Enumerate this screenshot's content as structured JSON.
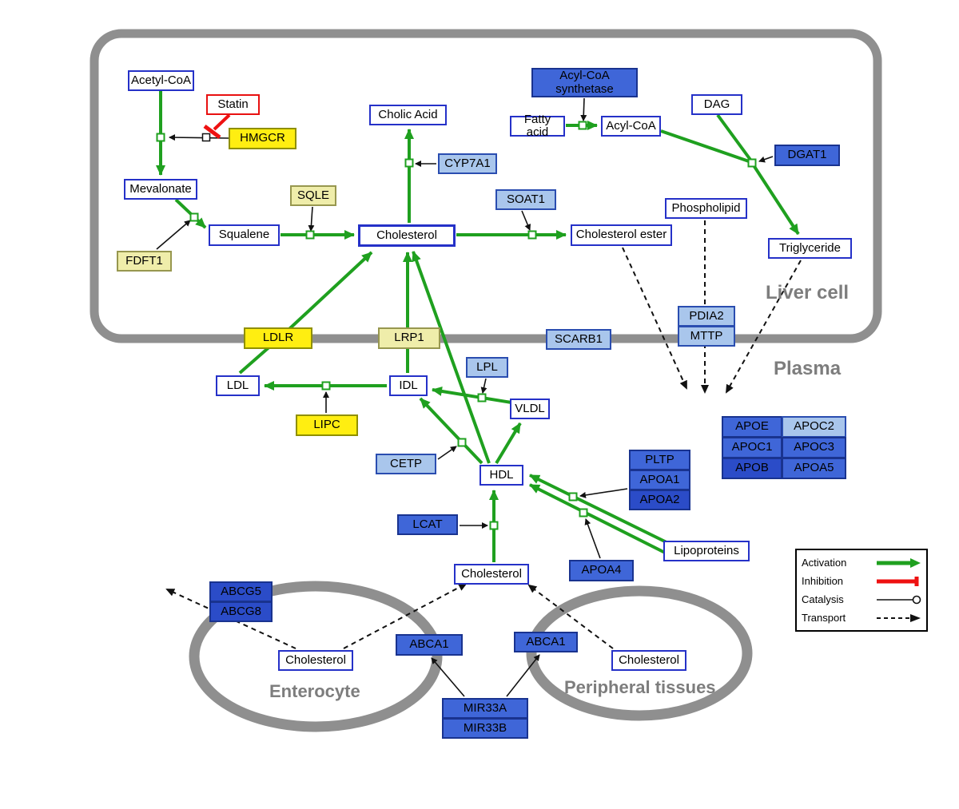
{
  "diagram": {
    "compartments": {
      "liver": "Liver cell",
      "plasma": "Plasma",
      "enterocyte": "Enterocyte",
      "peripheral": "Peripheral tissues"
    },
    "boxes": {
      "acetyl_coa": "Acetyl-CoA",
      "statin": "Statin",
      "hmgcr": "HMGCR",
      "mevalonate": "Mevalonate",
      "sqle": "SQLE",
      "fdft1": "FDFT1",
      "squalene": "Squalene",
      "cholesterol_liver": "Cholesterol",
      "cholic_acid": "Cholic Acid",
      "cyp7a1": "CYP7A1",
      "soat1": "SOAT1",
      "cholesterol_ester": "Cholesterol ester",
      "acyl_coa_synthetase": "Acyl-CoA synthetase",
      "fatty_acid": "Fatty acid",
      "acyl_coa": "Acyl-CoA",
      "dag": "DAG",
      "dgat1": "DGAT1",
      "phospholipid": "Phospholipid",
      "triglyceride": "Triglyceride",
      "ldlr": "LDLR",
      "lrp1": "LRP1",
      "scarb1": "SCARB1",
      "pdia2": "PDIA2",
      "mttp": "MTTP",
      "ldl": "LDL",
      "idl": "IDL",
      "lpl": "LPL",
      "vldl": "VLDL",
      "lipc": "LIPC",
      "cetp": "CETP",
      "hdl": "HDL",
      "pltp": "PLTP",
      "apoa1": "APOA1",
      "apoa2": "APOA2",
      "lcat": "LCAT",
      "apoa4": "APOA4",
      "lipoproteins": "Lipoproteins",
      "apoe": "APOE",
      "apoc2": "APOC2",
      "apoc1": "APOC1",
      "apoc3": "APOC3",
      "apob": "APOB",
      "apoa5": "APOA5",
      "cholesterol_plasma": "Cholesterol",
      "abcg5": "ABCG5",
      "abcg8": "ABCG8",
      "cholesterol_enterocyte": "Cholesterol",
      "abca1_left": "ABCA1",
      "abca1_right": "ABCA1",
      "cholesterol_peripheral": "Cholesterol",
      "mir33a": "MIR33A",
      "mir33b": "MIR33B"
    },
    "legend": {
      "activation": "Activation",
      "inhibition": "Inhibition",
      "catalysis": "Catalysis",
      "transport": "Transport"
    },
    "colors": {
      "activation_green": "#1fa01f",
      "inhibition_red": "#ee1111",
      "gene_blue": "#3f66d8",
      "gene_blue_dark": "#2b4cc8",
      "gene_blue_light": "#a9c6ec",
      "gene_yellow": "#ffee11",
      "gene_pale_yellow": "#efedaa",
      "metabolite_border": "#2531c8",
      "membrane_gray": "#8f8f8f"
    }
  }
}
